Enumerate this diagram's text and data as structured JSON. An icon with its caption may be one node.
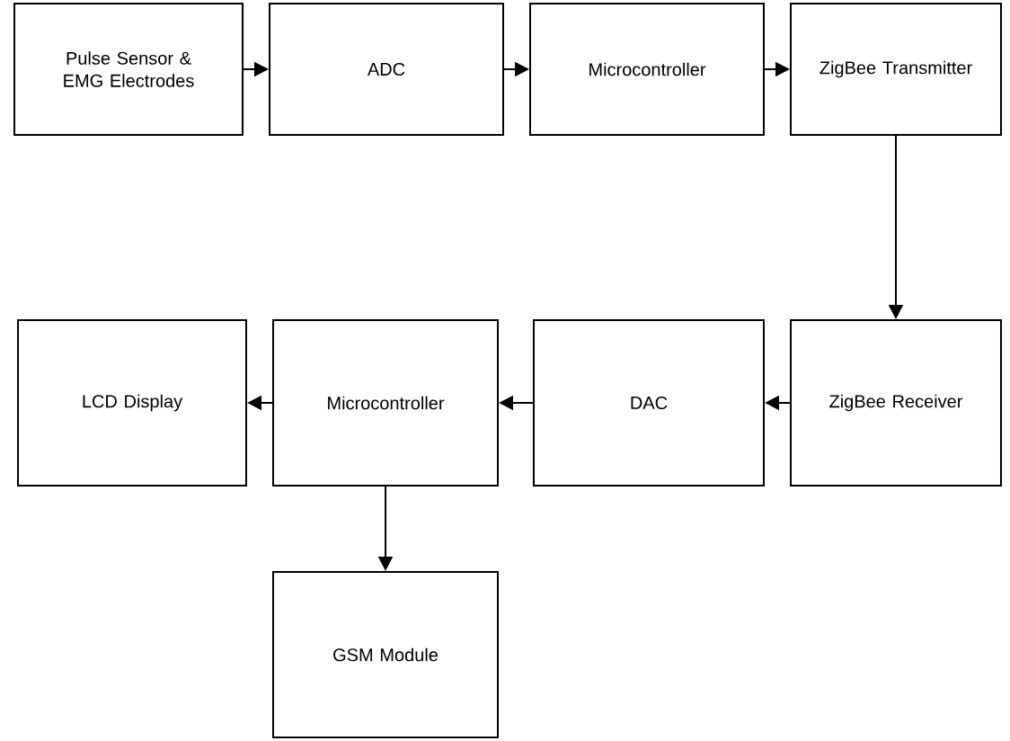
{
  "diagram": {
    "nodes": [
      {
        "text": [
          "Pulse Sensor & EMG Electrodes"
        ]
      },
      {
        "text": [
          "ADC"
        ]
      },
      {
        "text": [
          "Microcontroller"
        ]
      },
      {
        "text": [
          "ZigBee Transmitter"
        ]
      },
      {
        "text": [
          "LCD Display"
        ]
      },
      {
        "text": [
          "Microcontroller"
        ]
      },
      {
        "text": [
          "DAC"
        ]
      },
      {
        "text": [
          "ZigBee Receiver"
        ]
      },
      {
        "text": [
          "GSM Module"
        ]
      }
    ],
    "edges": [
      {
        "from": 0,
        "to": 1,
        "arrow": "to"
      },
      {
        "from": 1,
        "to": 2,
        "arrow": "to"
      },
      {
        "from": 2,
        "to": 3,
        "arrow": "to"
      },
      {
        "from": 3,
        "to": 7,
        "arrow": "to"
      },
      {
        "from": 7,
        "to": 6,
        "arrow": "to"
      },
      {
        "from": 6,
        "to": 5,
        "arrow": "to"
      },
      {
        "from": 5,
        "to": 4,
        "arrow": "to"
      },
      {
        "from": 5,
        "to": 8,
        "arrow": "to"
      }
    ]
  }
}
